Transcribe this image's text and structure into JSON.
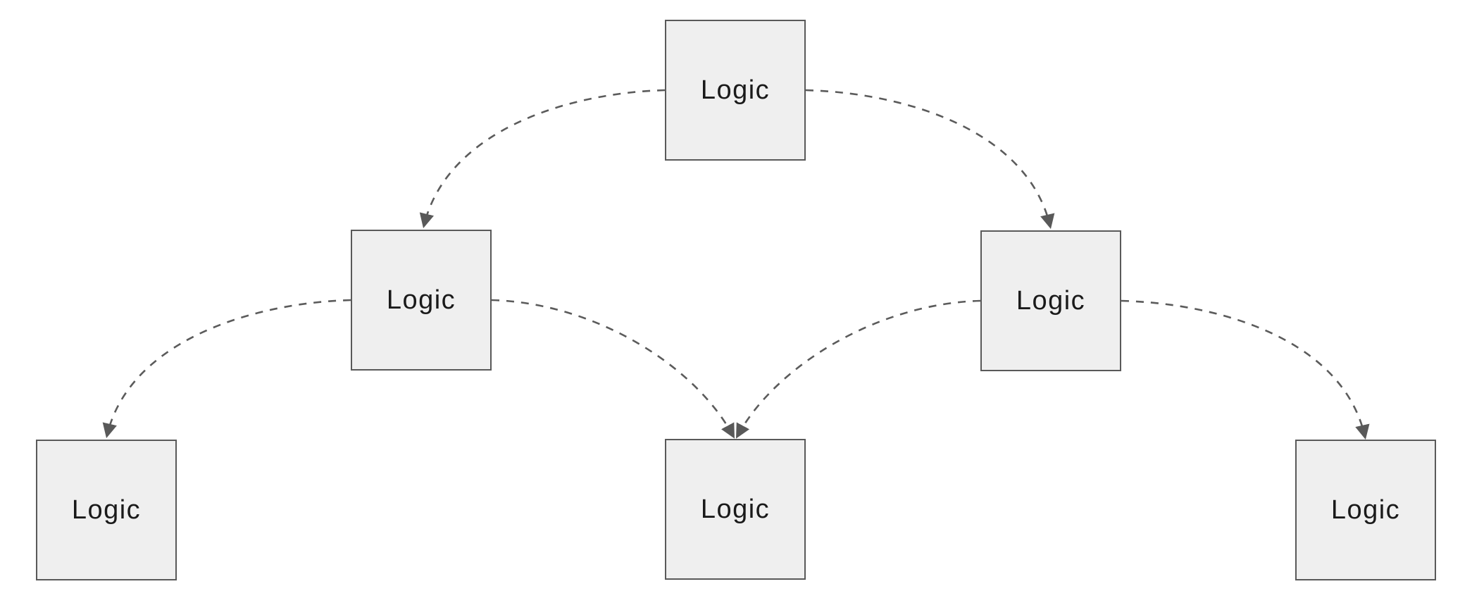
{
  "diagram": {
    "type": "tree-flowchart",
    "nodes": [
      {
        "id": "top",
        "label": "Logic",
        "level": 1
      },
      {
        "id": "mid-left",
        "label": "Logic",
        "level": 2
      },
      {
        "id": "mid-right",
        "label": "Logic",
        "level": 2
      },
      {
        "id": "bottom-left",
        "label": "Logic",
        "level": 3
      },
      {
        "id": "bottom-center",
        "label": "Logic",
        "level": 3
      },
      {
        "id": "bottom-right",
        "label": "Logic",
        "level": 3
      }
    ],
    "edges": [
      {
        "from": "top",
        "to": "mid-left",
        "style": "dashed",
        "arrow": "filled-triangle"
      },
      {
        "from": "top",
        "to": "mid-right",
        "style": "dashed",
        "arrow": "filled-triangle"
      },
      {
        "from": "mid-left",
        "to": "bottom-left",
        "style": "dashed",
        "arrow": "filled-triangle"
      },
      {
        "from": "mid-left",
        "to": "bottom-center",
        "style": "dashed",
        "arrow": "filled-triangle"
      },
      {
        "from": "mid-right",
        "to": "bottom-center",
        "style": "dashed",
        "arrow": "filled-triangle"
      },
      {
        "from": "mid-right",
        "to": "bottom-right",
        "style": "dashed",
        "arrow": "filled-triangle"
      }
    ],
    "colors": {
      "background": "#ffffff",
      "node_fill": "#efefef",
      "node_border": "#595959",
      "edge": "#5b5b5b",
      "arrowhead": "#595959",
      "text": "#1a1a1a"
    }
  }
}
